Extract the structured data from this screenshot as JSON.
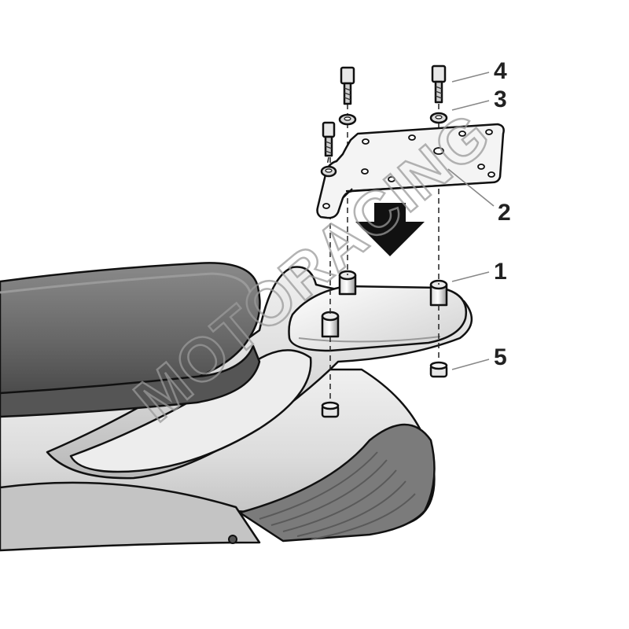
{
  "callouts": [
    {
      "id": "4",
      "label": "4"
    },
    {
      "id": "3",
      "label": "3"
    },
    {
      "id": "2",
      "label": "2"
    },
    {
      "id": "1",
      "label": "1"
    },
    {
      "id": "5",
      "label": "5"
    }
  ],
  "watermark": "MOTORACING",
  "colors": {
    "seat": "#6f6f6f",
    "seat_top": "#8d8d8d",
    "body_light": "#e6e6e6",
    "body_mid": "#cfcfcf",
    "body_dark": "#a5a5a5",
    "footboard": "#7b7b7b",
    "plate": "#f2f2f2",
    "arrow": "#111111",
    "ink": "#111111"
  }
}
